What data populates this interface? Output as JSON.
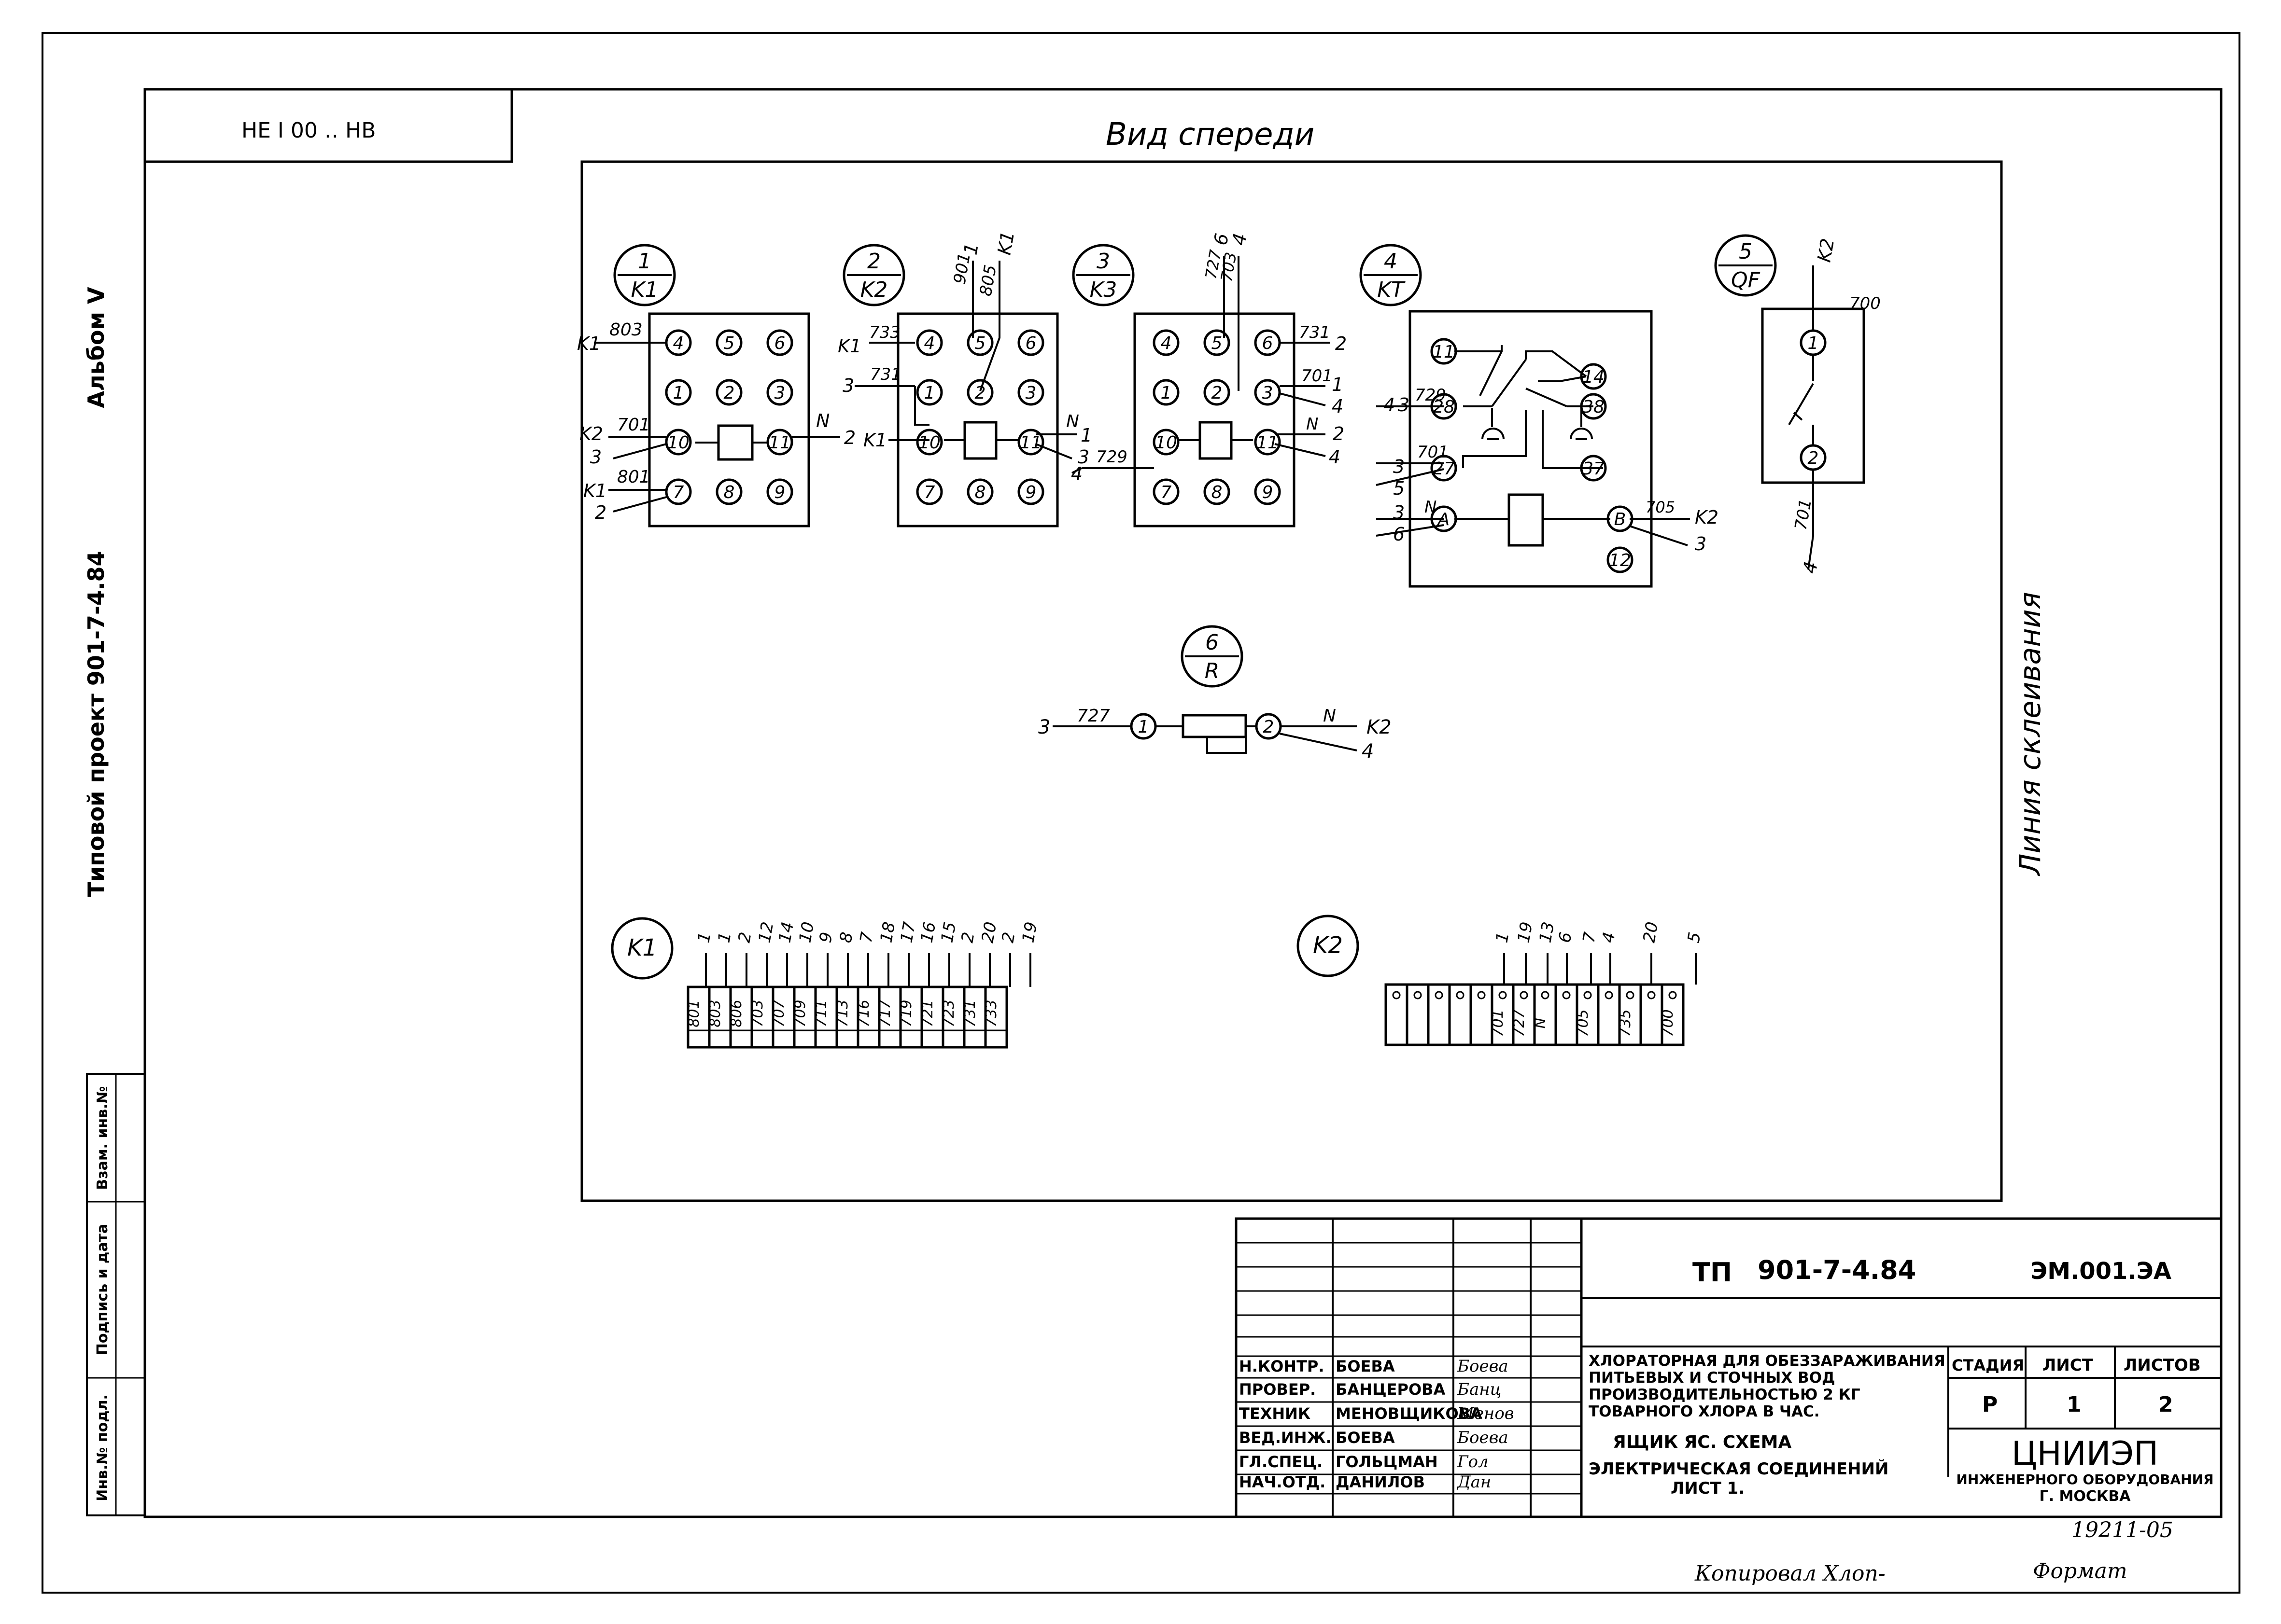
{
  "header_box": "НЕ   I 00 ‥ НВ",
  "view_title": "Вид спереди",
  "side_line_label": "Линия склеивания",
  "left_margin": {
    "project": "Типовой  проект  901-7-4.84",
    "album": "Альбом  V"
  },
  "stamp_column": {
    "inv_no_podl": "Инв.№ подл.",
    "sign_date": "Подпись и дата",
    "vzam_inv": "Взам. инв.№"
  },
  "devices": [
    {
      "num": "1",
      "code": "K1"
    },
    {
      "num": "2",
      "code": "K2"
    },
    {
      "num": "3",
      "code": "K3"
    },
    {
      "num": "4",
      "code": "KT"
    },
    {
      "num": "5",
      "code": "QF"
    },
    {
      "num": "6",
      "code": "R"
    }
  ],
  "relay_terms": [
    "4",
    "5",
    "6",
    "1",
    "2",
    "3",
    "10",
    "11",
    "7",
    "8",
    "9"
  ],
  "kt_terms": [
    "11",
    "28",
    "14",
    "38",
    "27",
    "37",
    "A",
    "B",
    "12"
  ],
  "qf_terms": [
    "1",
    "2"
  ],
  "r_terms": [
    "1",
    "2"
  ],
  "d1_wires": {
    "w803": "803",
    "k1a": "K1",
    "w701": "701",
    "k2": "K2",
    "n3": "3",
    "w801": "801",
    "k1b": "K1",
    "n2": "2",
    "wN": "N",
    "r2": "2"
  },
  "d2_wires": {
    "w901": "901",
    "w805": "805",
    "k1top": "K1",
    "n1": "1",
    "w733": "733",
    "k1a": "K1",
    "n3": "3",
    "w731": "731",
    "k1b": "K1",
    "wN": "N",
    "r1": "1",
    "r3": "3",
    "n4": "4",
    "w729": "729"
  },
  "d3_wires": {
    "w727": "727",
    "w703": "703",
    "n6": "6",
    "n4": "4",
    "w731": "731",
    "r2": "2",
    "w701": "701",
    "r1": "1",
    "r4a": "4",
    "wN": "N",
    "r2b": "2",
    "r4b": "4"
  },
  "d4_wires": {
    "n4a": "4",
    "n3a": "3",
    "w729": "729",
    "n3b": "3",
    "w701": "701",
    "n5": "5",
    "n3c": "3",
    "wN": "N",
    "n6": "6",
    "w705": "705",
    "k2": "K2",
    "r3": "3"
  },
  "d5_wires": {
    "k2": "K2",
    "w700": "700",
    "w701": "701",
    "n4": "4"
  },
  "d6_wires": {
    "n3": "3",
    "w727": "727",
    "wN": "N",
    "k2": "K2",
    "n4": "4"
  },
  "k1_block": {
    "label": "K1",
    "cells": [
      "801",
      "803",
      "806",
      "703",
      "707",
      "709",
      "711",
      "713",
      "716",
      "717",
      "719",
      "721",
      "723",
      "731",
      "733"
    ],
    "tops": [
      "1",
      "1",
      "2",
      "12",
      "14",
      "10",
      "9",
      "8",
      "7",
      "18",
      "17",
      "16",
      "15",
      "2",
      "20",
      "2",
      "19"
    ]
  },
  "k2_block": {
    "label": "K2",
    "cells": [
      "",
      "",
      "",
      "",
      "",
      "701",
      "727",
      "N",
      "",
      "705",
      "",
      "735",
      "",
      "700"
    ],
    "tops": [
      "1",
      "19",
      "13",
      "6",
      "7",
      "4",
      "20",
      "5"
    ]
  },
  "title_block": {
    "tp": "ТП",
    "project": "901-7-4.84",
    "doc": "ЭМ.001.ЭА",
    "roles": [
      "Н.КОНТР.",
      "ПРОВЕР.",
      "ТЕХНИК",
      "ВЕД.ИНЖ.",
      "ГЛ.СПЕЦ.",
      "НАЧ.ОТД."
    ],
    "names": [
      "БОЕВА",
      "БАНЦЕРОВА",
      "МЕНОВЩИКОВА",
      "БОЕВА",
      "ГОЛЬЦМАН",
      "ДАНИЛОВ"
    ],
    "signs": [
      "Боева",
      "Банц",
      "Менов",
      "Боева",
      "Гол",
      "Дан"
    ],
    "desc": [
      "ХЛОРАТОРНАЯ ДЛЯ ОБЕЗЗАРАЖИВАНИЯ",
      "ПИТЬЕВЫХ И СТОЧНЫХ ВОД",
      "ПРОИЗВОДИТЕЛЬНОСТЬЮ 2 КГ",
      "ТОВАРНОГО ХЛОРА В ЧАС."
    ],
    "sheet_title": [
      "ЯЩИК ЯС.  СХЕМА",
      "ЭЛЕКТРИЧЕСКАЯ  СОЕДИНЕНИЙ",
      "ЛИСТ 1."
    ],
    "stage_label": "СТАДИЯ",
    "stage": "Р",
    "sheet_label": "ЛИСТ",
    "sheet": "1",
    "sheets_label": "ЛИСТОВ",
    "sheets": "2",
    "org": "ЦНИИЭП",
    "org_sub": "ИНЖЕНЕРНОГО ОБОРУДОВАНИЯ",
    "org_city": "Г. МОСКВА"
  },
  "number_below": "19211-05",
  "copied": "Копировал  Хлоп-",
  "format": "Формат"
}
